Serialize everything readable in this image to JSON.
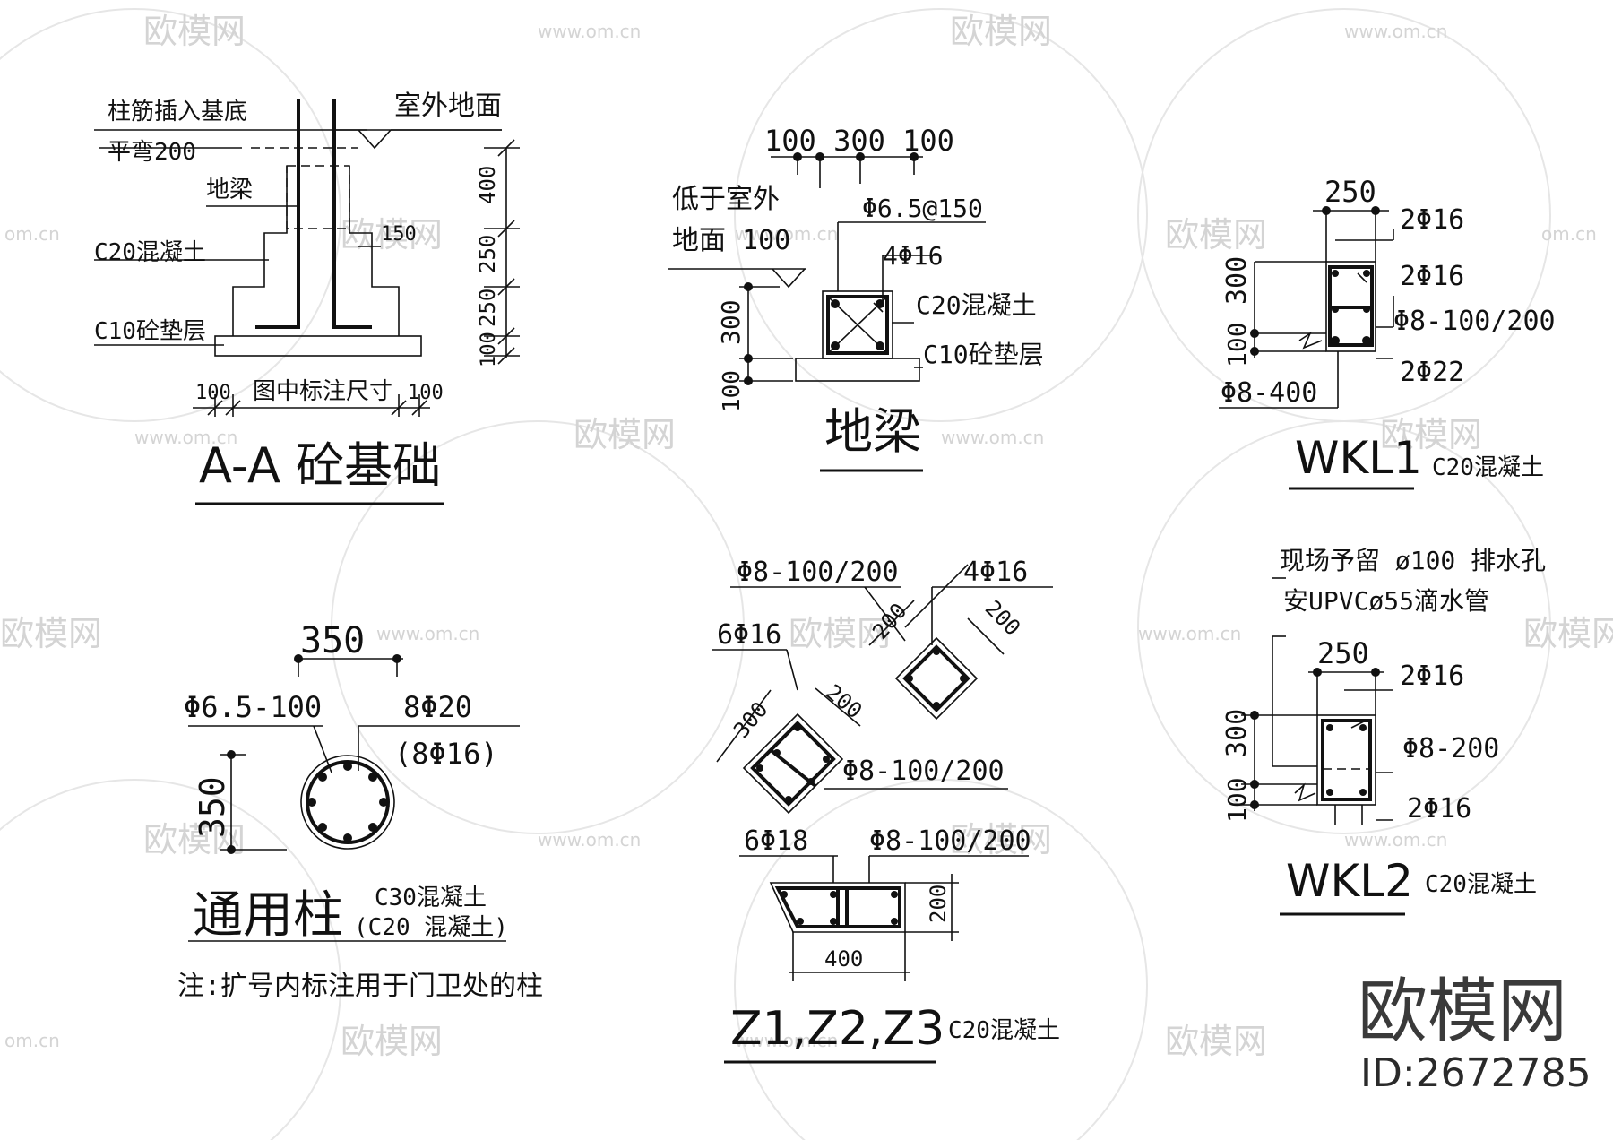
{
  "watermark": {
    "brand": "欧模网",
    "url": "www.om.cn",
    "url_short": "om.cn"
  },
  "footing": {
    "note_rebar_line1": "柱筋插入基底",
    "note_rebar_line2": "平弯200",
    "outdoor_ground": "室外地面",
    "beam_label": "地梁",
    "concrete": "C20混凝土",
    "cushion": "C10砼垫层",
    "dim_400": "400",
    "dim_250a": "250",
    "dim_250b": "250",
    "dim_100": "100",
    "dim_150": "150",
    "dim_100_left": "100",
    "dim_note": "图中标注尺寸",
    "dim_100_right": "100",
    "title": "A-A 砼基础"
  },
  "ground_beam": {
    "dim_top": "100 300 100",
    "note_line1": "低于室外",
    "note_line2": "地面 100",
    "stirrup": "Φ6.5@150",
    "rebar": "4Φ16",
    "concrete": "C20混凝土",
    "cushion": "C10砼垫层",
    "dim_300": "300",
    "dim_100": "100",
    "title": "地梁"
  },
  "wkl1": {
    "dim_width": "250",
    "top_rebar": "2Φ16",
    "mid_rebar": "2Φ16",
    "stirrup": "Φ8-100/200",
    "bottom_rebar": "2Φ22",
    "dim_300": "300",
    "dim_100": "100",
    "tie": "Φ8-400",
    "title": "WKL1",
    "concrete": "C20混凝土"
  },
  "column": {
    "dim_width": "350",
    "stirrup": "Φ6.5-100",
    "rebar": "8Φ20",
    "rebar_alt": "(8Φ16)",
    "dim_height": "350",
    "title": "通用柱",
    "concrete": "C30混凝土",
    "concrete_alt": "(C20 混凝土)",
    "note": "注:扩号内标注用于门卫处的柱"
  },
  "z_columns": {
    "stirrup_a": "Φ8-100/200",
    "rebar_a": "4Φ16",
    "dim_200a": "200",
    "dim_200b": "200",
    "rebar_b": "6Φ16",
    "dim_300": "300",
    "dim_200c": "200",
    "stirrup_b": "Φ8-100/200",
    "rebar_c": "6Φ18",
    "stirrup_c": "Φ8-100/200",
    "dim_200d": "200",
    "dim_400": "400",
    "title": "Z1,Z2,Z3",
    "concrete": "C20混凝土"
  },
  "wkl2": {
    "note_line1": "现场予留 ø100 排水孔",
    "note_line2": "安UPVCø55滴水管",
    "dim_width": "250",
    "top_rebar": "2Φ16",
    "stirrup": "Φ8-200",
    "bottom_rebar": "2Φ16",
    "dim_300": "300",
    "dim_100": "100",
    "title": "WKL2",
    "concrete": "C20混凝土"
  },
  "logo": {
    "brand": "欧模网",
    "id": "ID:2672785"
  }
}
